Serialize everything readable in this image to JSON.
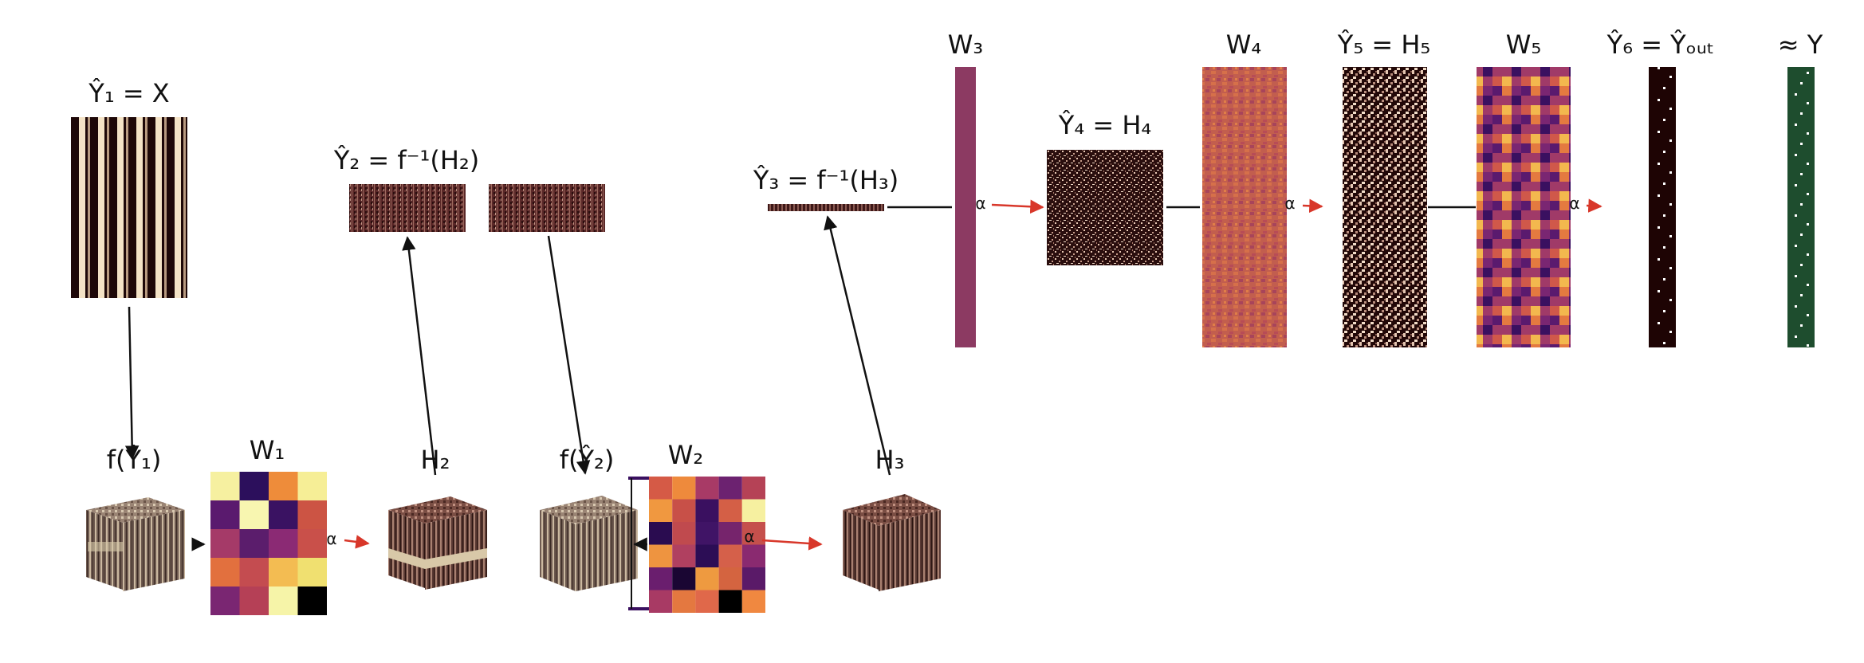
{
  "labels": {
    "y1": "Ŷ₁ = X",
    "y2": "Ŷ₂ = f⁻¹(H₂)",
    "y3": "Ŷ₃ = f⁻¹(H₃)",
    "w3": "W₃",
    "y4": "Ŷ₄ = H₄",
    "w4": "W₄",
    "y5": "Ŷ₅ = H₅",
    "w5": "W₅",
    "y6": "Ŷ₆ = Ŷₒᵤₜ",
    "approx_y": "≈ Y",
    "f_y1": "f(Ŷ₁)",
    "w1": "W₁",
    "h2": "H₂",
    "f_y2": "f(Ŷ₂)",
    "w2": "W₂",
    "h3": "H₃",
    "alpha": "α"
  },
  "colors": {
    "dark": "#1e0808",
    "light": "#f4e3c6",
    "mauve": "#8c3a62",
    "orange": "#f08a3a",
    "purple": "#2a0d5a",
    "yellow": "#f7f0a0",
    "green": "#1e4d2e",
    "red_arrow": "#d8372a",
    "black_line": "#111111"
  },
  "matrices": {
    "w1": [
      [
        "#f6f0a0",
        "#2c0f5c",
        "#ee8c3a",
        "#f6ee96"
      ],
      [
        "#5a1a6e",
        "#f8f6b0",
        "#3a1262",
        "#cc5444"
      ],
      [
        "#a53a68",
        "#5b1d6c",
        "#8b2a74",
        "#c9504a"
      ],
      [
        "#e2703e",
        "#c44c50",
        "#f3bc52",
        "#f0e070"
      ],
      [
        "#7a2672",
        "#b54056",
        "#f6f4a8",
        "#000000"
      ]
    ],
    "w2": [
      [
        "#d55a46",
        "#ee8a3c",
        "#a83a66",
        "#6c2270",
        "#b54256"
      ],
      [
        "#f09840",
        "#c85048",
        "#3a1060",
        "#d45f46",
        "#f6f0a0"
      ],
      [
        "#2a0c50",
        "#c04a4e",
        "#401466",
        "#76246c",
        "#c5504c"
      ],
      [
        "#ee9440",
        "#b04060",
        "#2c0d55",
        "#d5604a",
        "#8a2a70"
      ],
      [
        "#6a1e6e",
        "#1a0633",
        "#ee9a40",
        "#d46440",
        "#5a1a68"
      ],
      [
        "#a83a64",
        "#e47840",
        "#e0684a",
        "#000000",
        "#f08840"
      ]
    ]
  }
}
